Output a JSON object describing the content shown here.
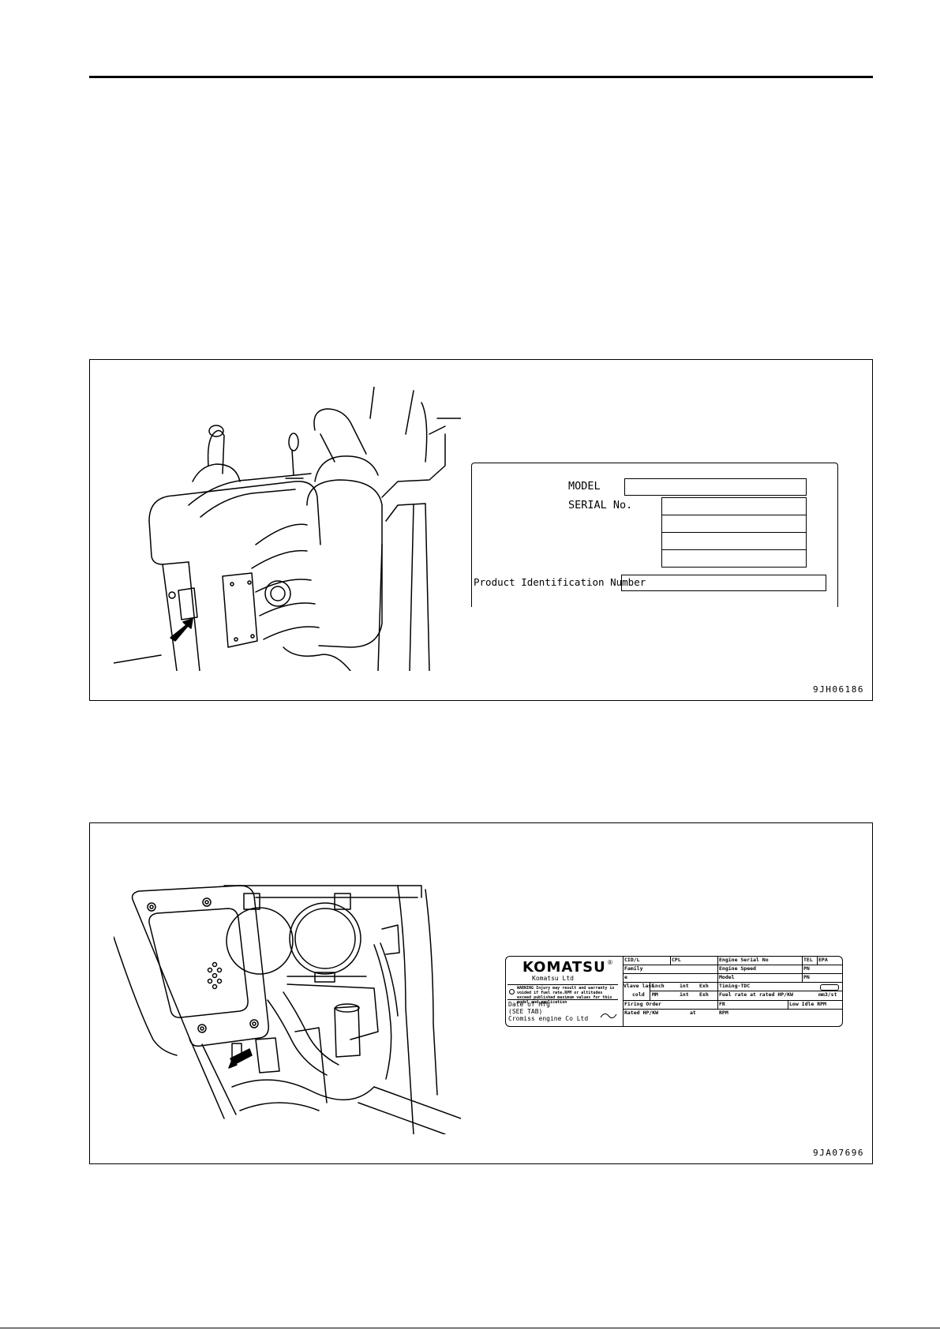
{
  "figure1": {
    "code": "9JH06186",
    "plate": {
      "model_label": "MODEL",
      "serial_label": "SERIAL No.",
      "pin_label": "Product Identification Number"
    }
  },
  "figure2": {
    "code": "9JA07696",
    "plate": {
      "brand": "KOMATSU",
      "registered": "®",
      "brand_sub": "Komatsu Ltd",
      "warning": "WARNING Injury may result and warranty is voided if fuel rate,RPM or altitudes exceed published maximum values for this model and application",
      "date_label": "Date of Mfg",
      "see_tab": "(SEE TAB)",
      "maker": "Cromiss engine Co Ltd",
      "cells": {
        "cid": "CID/L",
        "cpl": "CPL",
        "engine_serial": "Engine Serial No",
        "tel": "TEL",
        "epa": "EPA",
        "family": "Family",
        "engine_speed": "Engine Speed",
        "pn1": "PN",
        "e": "e",
        "model": "Model",
        "pn2": "PN",
        "valve_lash": "Vlave lash",
        "cold": "cold",
        "inch": "inch",
        "int1": "int",
        "exh1": "Exh",
        "timing": "Timing-TDC",
        "mm": "MM",
        "int2": "int",
        "exh2": "Exh",
        "fuel_rate": "Fuel rate at rated HP/KW",
        "mm3": "mm3/st",
        "firing": "Firing Order",
        "fr": "FR",
        "low_idle": "Low Idle RPM",
        "rated": "Rated HP/KW",
        "at": "at",
        "rpm": "RPM"
      }
    }
  }
}
